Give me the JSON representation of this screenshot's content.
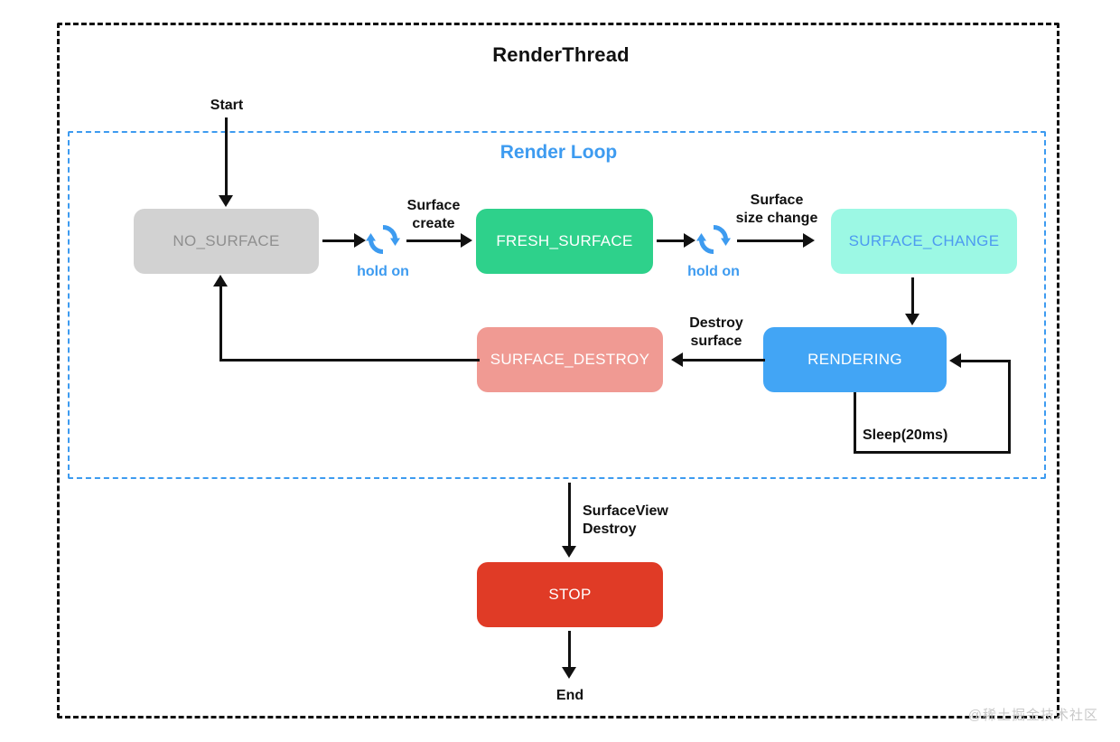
{
  "diagram": {
    "thread_title": "RenderThread",
    "loop_title": "Render Loop",
    "watermark": "@稀土掘金技术社区"
  },
  "nodes": {
    "no_surface": {
      "label": "NO_SURFACE",
      "fill": "#d2d2d2",
      "text_color": "#8f8f8f"
    },
    "fresh_surface": {
      "label": "FRESH_SURFACE",
      "fill": "#2ed18b",
      "text_color": "#ffffff"
    },
    "surface_change": {
      "label": "SURFACE_CHANGE",
      "fill": "#9cf8e4",
      "text_color": "#4d9bf0"
    },
    "rendering": {
      "label": "RENDERING",
      "fill": "#42a5f5",
      "text_color": "#ffffff"
    },
    "surface_destroy": {
      "label": "SURFACE_DESTROY",
      "fill": "#f09a93",
      "text_color": "#ffffff"
    },
    "stop": {
      "label": "STOP",
      "fill": "#e03b26",
      "text_color": "#ffffff"
    }
  },
  "labels": {
    "start": "Start",
    "end": "End",
    "surface_create": "Surface\ncreate",
    "surface_size_change": "Surface\nsize change",
    "destroy_surface": "Destroy\nsurface",
    "sleep": "Sleep(20ms)",
    "surfaceview_destroy": "SurfaceView\nDestroy",
    "hold_on_1": "hold on",
    "hold_on_2": "hold on"
  },
  "colors": {
    "accent_blue": "#3d9bf0",
    "outline": "#111111"
  }
}
